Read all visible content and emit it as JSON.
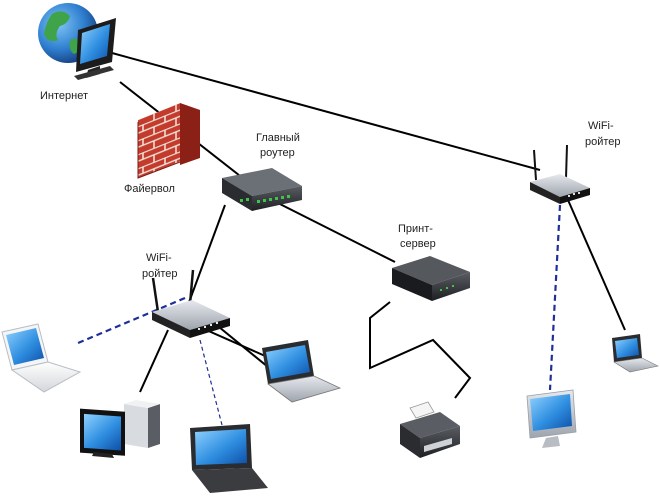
{
  "labels": {
    "internet": "Интернет",
    "firewall": "Файервол",
    "main_router_1": "Главный",
    "main_router_2": "роутер",
    "wifi_router_right_1": "WiFi-",
    "wifi_router_right_2": "ройтер",
    "print_server_1": "Принт-",
    "print_server_2": "сервер",
    "wifi_router_left_1": "WiFi-",
    "wifi_router_left_2": "ройтер"
  },
  "icons": {
    "internet": "globe-monitor-icon",
    "firewall": "brick-wall-icon",
    "main_router": "network-switch-icon",
    "wifi_router_left": "wifi-router-icon",
    "wifi_router_right": "wifi-router-icon",
    "print_server": "print-server-icon",
    "laptop_white": "laptop-icon",
    "desktop_pc": "desktop-pc-icon",
    "tablet": "netbook-icon",
    "laptop_center": "laptop-icon",
    "printer": "printer-icon",
    "imac": "all-in-one-pc-icon",
    "laptop_small": "laptop-icon"
  },
  "links": {
    "wired_color": "#000000",
    "wireless_color": "#1f2f9a"
  }
}
